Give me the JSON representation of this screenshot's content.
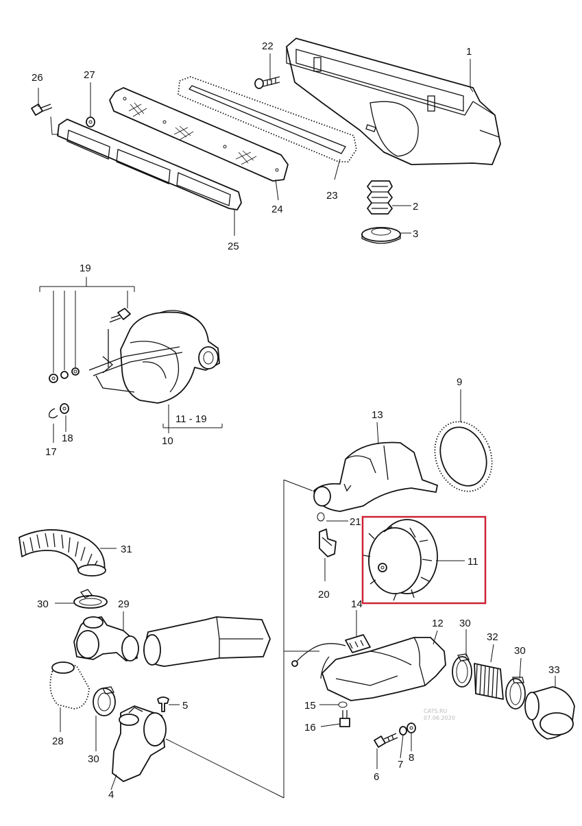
{
  "callouts": [
    {
      "id": "1",
      "label": "1"
    },
    {
      "id": "2",
      "label": "2"
    },
    {
      "id": "3",
      "label": "3"
    },
    {
      "id": "4",
      "label": "4"
    },
    {
      "id": "5",
      "label": "5"
    },
    {
      "id": "6",
      "label": "6"
    },
    {
      "id": "7",
      "label": "7"
    },
    {
      "id": "8",
      "label": "8"
    },
    {
      "id": "9",
      "label": "9"
    },
    {
      "id": "10",
      "label": "10"
    },
    {
      "id": "11-19",
      "label": "11 - 19"
    },
    {
      "id": "11",
      "label": "11"
    },
    {
      "id": "12",
      "label": "12"
    },
    {
      "id": "13",
      "label": "13"
    },
    {
      "id": "14",
      "label": "14"
    },
    {
      "id": "15",
      "label": "15"
    },
    {
      "id": "16",
      "label": "16"
    },
    {
      "id": "17",
      "label": "17"
    },
    {
      "id": "18",
      "label": "18"
    },
    {
      "id": "19",
      "label": "19"
    },
    {
      "id": "20",
      "label": "20"
    },
    {
      "id": "21",
      "label": "21"
    },
    {
      "id": "22",
      "label": "22"
    },
    {
      "id": "23",
      "label": "23"
    },
    {
      "id": "24",
      "label": "24"
    },
    {
      "id": "25",
      "label": "25"
    },
    {
      "id": "26",
      "label": "26"
    },
    {
      "id": "27",
      "label": "27"
    },
    {
      "id": "28",
      "label": "28"
    },
    {
      "id": "29",
      "label": "29"
    },
    {
      "id": "30a",
      "label": "30"
    },
    {
      "id": "30b",
      "label": "30"
    },
    {
      "id": "30c",
      "label": "30"
    },
    {
      "id": "30d",
      "label": "30"
    },
    {
      "id": "31",
      "label": "31"
    },
    {
      "id": "32",
      "label": "32"
    },
    {
      "id": "33",
      "label": "33"
    }
  ],
  "highlight": {
    "part": "11",
    "color": "#cc2233"
  },
  "watermark": {
    "line1": "CATS.RU",
    "line2": "07.06.2020"
  }
}
